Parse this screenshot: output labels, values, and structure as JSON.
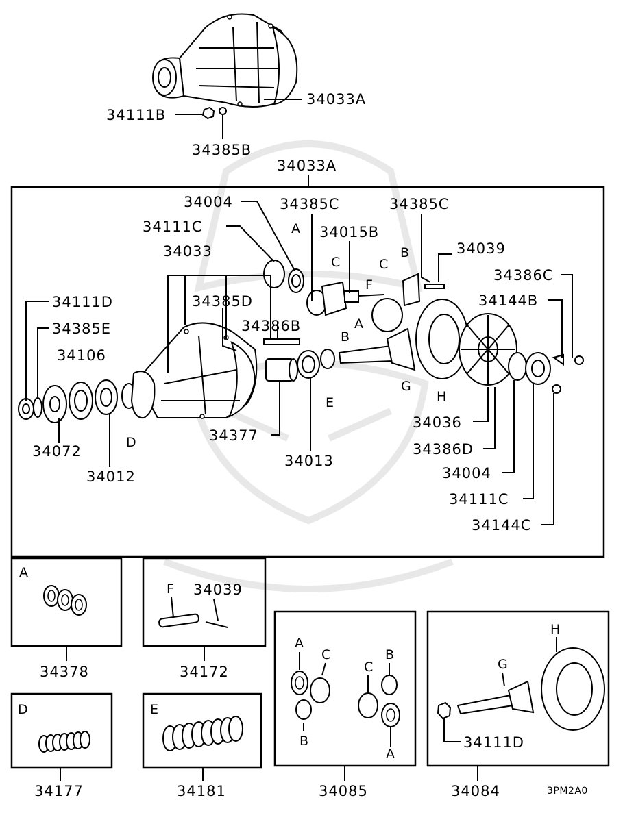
{
  "diagram_code": "3PM2A0",
  "top_assembly": {
    "assembly": "34033A",
    "nut": "34111B",
    "washer": "34385B"
  },
  "main_box": {
    "title": "34033A",
    "callouts": {
      "c34004_top": "34004",
      "c34385c_left": "34385C",
      "c34385c_right": "34385C",
      "c34111c_top": "34111C",
      "c34015b": "34015B",
      "c34039": "34039",
      "c34033": "34033",
      "c34386c": "34386C",
      "c34385d": "34385D",
      "c34144b": "34144B",
      "c34111d": "34111D",
      "c34386b": "34386B",
      "c34385e": "34385E",
      "c34106": "34106",
      "c34377": "34377",
      "c34013": "34013",
      "c34072": "34072",
      "c34012": "34012",
      "c34036": "34036",
      "c34386d": "34386D",
      "c34004_bottom": "34004",
      "c34111c_bottom": "34111C",
      "c34144c": "34144C"
    },
    "letters": {
      "a_top": "A",
      "a_mid": "A",
      "b_top": "B",
      "b_bottom": "B",
      "c_left": "C",
      "c_right": "C",
      "d": "D",
      "e": "E",
      "f": "F",
      "g": "G",
      "h": "H"
    }
  },
  "kits": [
    {
      "id": "kit-34378",
      "letter": "A",
      "part_no": "34378"
    },
    {
      "id": "kit-34172",
      "letter_f": "F",
      "label": "34039",
      "part_no": "34172"
    },
    {
      "id": "kit-34177",
      "letter": "D",
      "part_no": "34177"
    },
    {
      "id": "kit-34181",
      "letter": "E",
      "part_no": "34181"
    },
    {
      "id": "kit-34085",
      "a1": "A",
      "c1": "C",
      "b1": "B",
      "c2": "C",
      "b2": "B",
      "a2": "A",
      "part_no": "34085"
    },
    {
      "id": "kit-34084",
      "h": "H",
      "g": "G",
      "nut": "34111D",
      "part_no": "34084"
    }
  ]
}
